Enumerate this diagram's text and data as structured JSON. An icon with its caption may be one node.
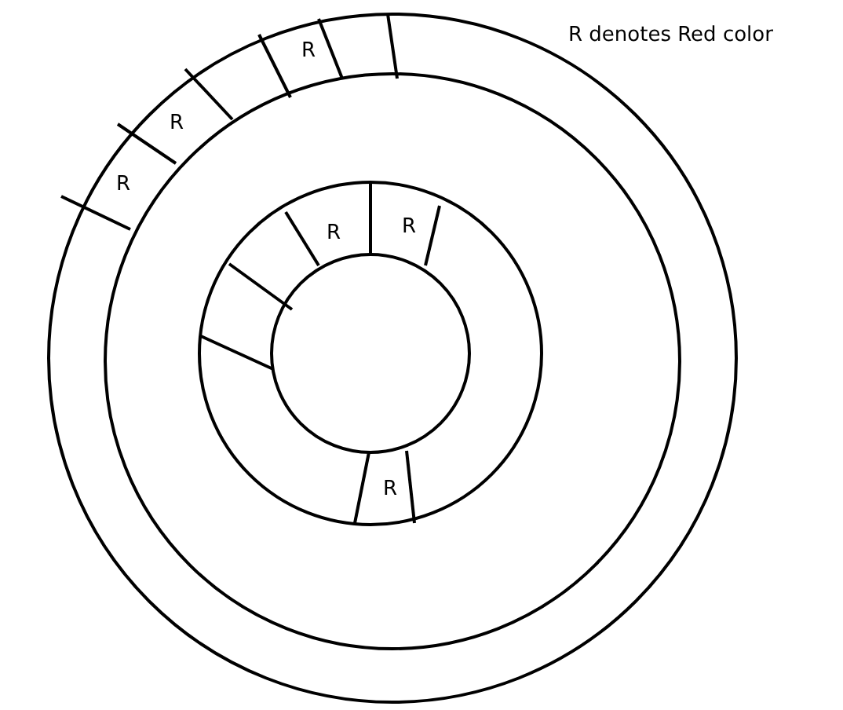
{
  "diagram": {
    "labels": [
      "R denotes Red color",
      "R",
      "R",
      "R",
      "R",
      "R",
      "R"
    ]
  }
}
